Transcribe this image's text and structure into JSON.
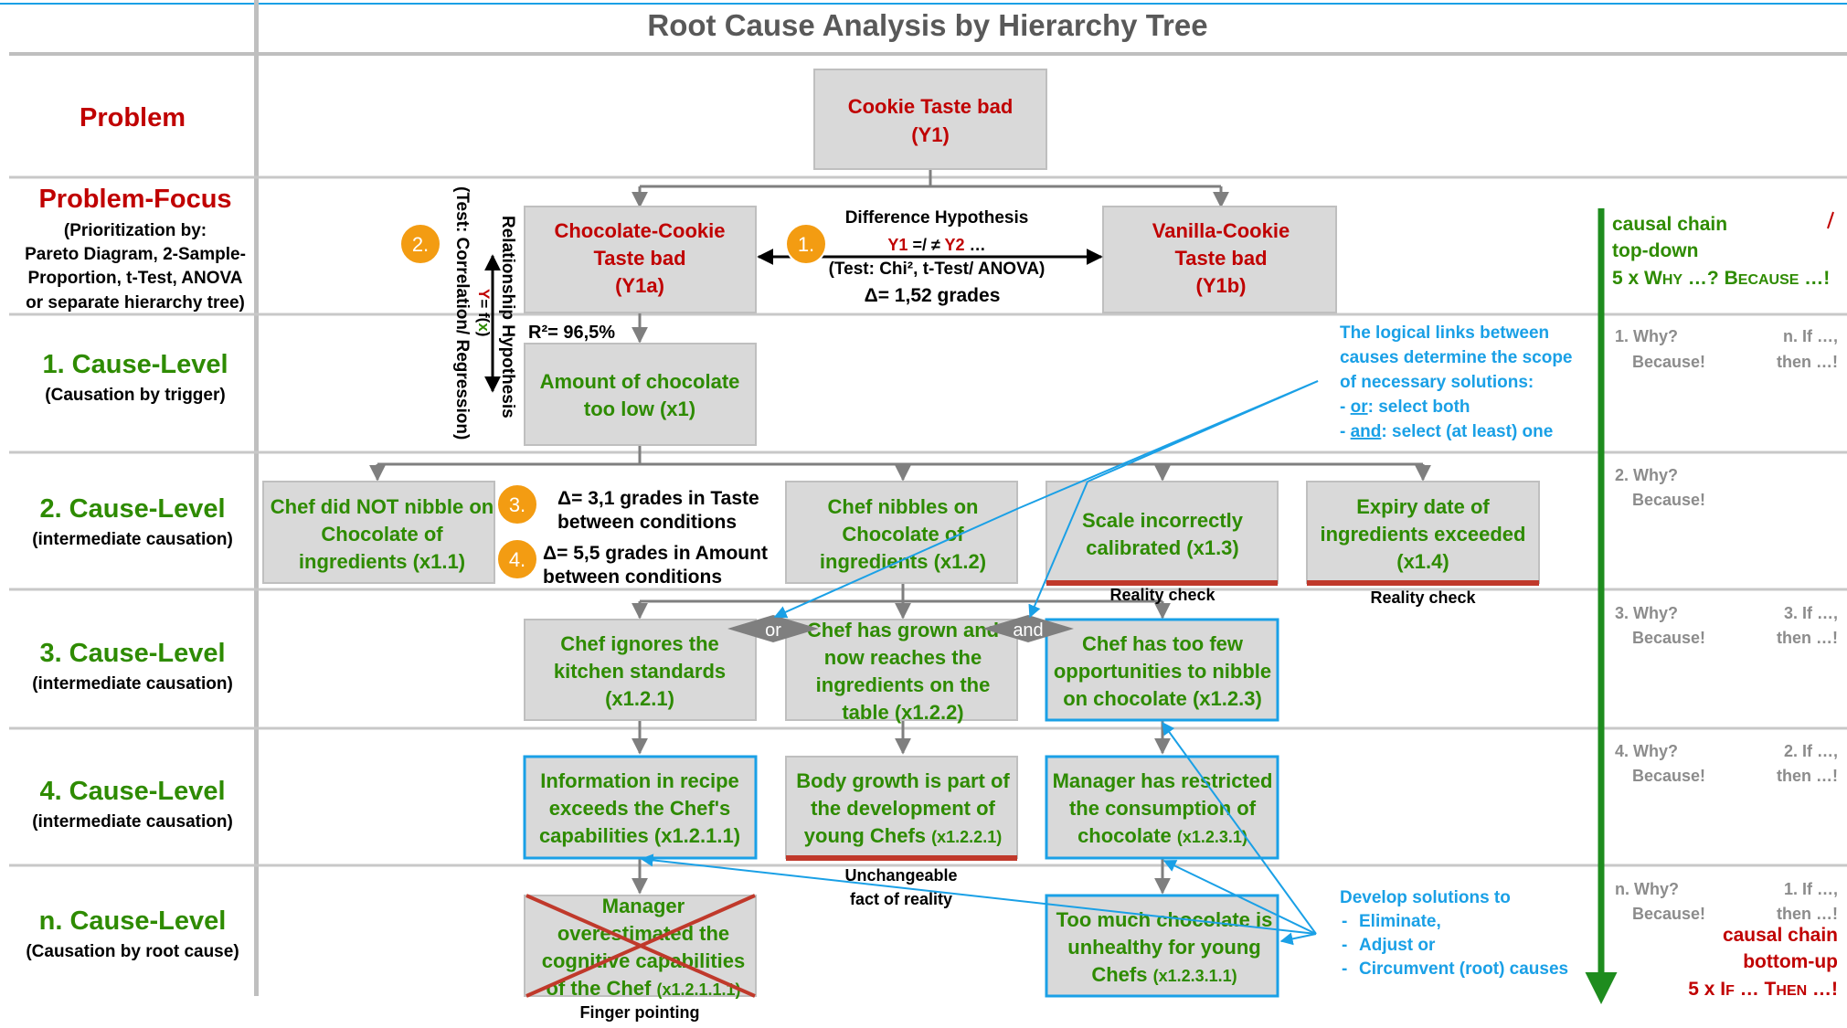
{
  "title": "Root Cause Analysis by Hierarchy Tree",
  "colors": {
    "red": "#c00000",
    "green": "#2e8b00",
    "blue": "#1aa0e6",
    "gray_box": "#d9d9d9",
    "orange": "#f39c12",
    "dark_green": "#1e8c1e"
  },
  "levels": [
    {
      "title": "Problem",
      "subtitle": []
    },
    {
      "title": "Problem-Focus",
      "subtitle": [
        "(Prioritization by:",
        "Pareto Diagram, 2-Sample-",
        "Proportion, t-Test, ANOVA",
        "or separate hierarchy tree)"
      ]
    },
    {
      "title": "1. Cause-Level",
      "subtitle": [
        "(Causation by trigger)"
      ]
    },
    {
      "title": "2. Cause-Level",
      "subtitle": [
        "(intermediate causation)"
      ]
    },
    {
      "title": "3. Cause-Level",
      "subtitle": [
        "(intermediate causation)"
      ]
    },
    {
      "title": "4. Cause-Level",
      "subtitle": [
        "(intermediate causation)"
      ]
    },
    {
      "title": "n. Cause-Level",
      "subtitle": [
        "(Causation by root cause)"
      ]
    }
  ],
  "boxes": {
    "y1": [
      "Cookie Taste bad",
      "(Y1)"
    ],
    "y1a": [
      "Chocolate-Cookie",
      "Taste bad",
      "(Y1a)"
    ],
    "y1b": [
      "Vanilla-Cookie",
      "Taste bad",
      "(Y1b)"
    ],
    "x1": [
      "Amount of chocolate",
      "too low (x1)"
    ],
    "x11": [
      "Chef did NOT nibble on",
      "Chocolate of",
      "ingredients (x1.1)"
    ],
    "x12": [
      "Chef nibbles on",
      "Chocolate of",
      "ingredients (x1.2)"
    ],
    "x13": [
      "Scale incorrectly",
      "calibrated (x1.3)"
    ],
    "x14": [
      "Expiry date of",
      "ingredients exceeded",
      "(x1.4)"
    ],
    "x121": [
      "Chef ignores the",
      "kitchen standards",
      "(x1.2.1)"
    ],
    "x122": [
      "Chef has grown and",
      "now reaches the",
      "ingredients on the",
      "table (x1.2.2)"
    ],
    "x123": [
      "Chef has too few",
      "opportunities to nibble",
      "on chocolate (x1.2.3)"
    ],
    "x1211": [
      "Information in recipe",
      "exceeds the Chef's"
    ],
    "x1211_id": "capabilities (x1.2.1.1)",
    "x1221": [
      "Body growth is part of",
      "the development of"
    ],
    "x1221_last": "young Chefs",
    "x1221_id": "(x1.2.2.1)",
    "x1231": [
      "Manager has restricted",
      "the consumption of"
    ],
    "x1231_last": "chocolate",
    "x1231_id": "(x1.2.3.1)",
    "x12111": [
      "Manager",
      "overestimated the",
      "cognitive capabilities"
    ],
    "x12111_last": "of the Chef",
    "x12111_id": "(x1.2.1.1.1)",
    "x12311": [
      "Too much chocolate is",
      "unhealthy for young"
    ],
    "x12311_last": "Chefs",
    "x12311_id": "(x1.2.3.1.1)"
  },
  "hypothesis": {
    "difference_title": "Difference Hypothesis",
    "y1": "Y1",
    "relation": " =/ ≠ ",
    "y2": "Y2",
    "ellipsis": " …",
    "test": "(Test: Chi², t-Test/ ANOVA)",
    "delta": "Δ= 1,52 grades",
    "relationship_title": "Relationship Hypothesis",
    "relationship_test": "(Test: Correlation/ Regression)",
    "formula_y": "Y",
    "formula_eq": "= f(",
    "formula_x": "x",
    "formula_close": ")",
    "r2": "R²= 96,5%",
    "delta3": [
      "Δ= 3,1 grades in Taste",
      "between conditions"
    ],
    "delta4": [
      "Δ= 5,5 grades in Amount",
      "between conditions"
    ]
  },
  "badges": [
    "1.",
    "2.",
    "3.",
    "4."
  ],
  "operators": {
    "or": "or",
    "and": "and"
  },
  "labels": {
    "reality_check": "Reality check",
    "unchangeable": [
      "Unchangeable",
      "fact of reality"
    ],
    "finger": "Finger pointing"
  },
  "notes": {
    "logical": [
      "The logical links between",
      "causes determine the scope",
      "of necessary solutions:"
    ],
    "bullet_dash": "-",
    "or_word": "or",
    "or_rest": ": select both",
    "and_word": "and",
    "and_rest": ": select (at least) one",
    "develop_title": "Develop solutions to",
    "develop_items": [
      "Eliminate,",
      "Adjust or",
      "Circumvent (root) causes"
    ]
  },
  "right_panel": {
    "top_down": [
      "causal chain",
      "top-down"
    ],
    "five_why_a": "5 x W",
    "five_why_b": "HY",
    "five_why_c": " …? B",
    "five_why_d": "ECAUSE",
    "five_why_e": " …!",
    "rows": [
      {
        "why": "1. Why?",
        "because": "Because!",
        "if": "n. If …,",
        "then": "then …!"
      },
      {
        "why": "2. Why?",
        "because": "Because!",
        "if": "",
        "then": ""
      },
      {
        "why": "3. Why?",
        "because": "Because!",
        "if": "3. If …,",
        "then": "then …!"
      },
      {
        "why": "4. Why?",
        "because": "Because!",
        "if": "2. If …,",
        "then": "then …!"
      },
      {
        "why": "n. Why?",
        "because": "Because!",
        "if": "1. If …,",
        "then": "then …!"
      }
    ],
    "bottom_up": [
      "causal chain",
      "bottom-up"
    ],
    "five_if_a": "5 x I",
    "five_if_b": "F",
    "five_if_c": " … T",
    "five_if_d": "HEN",
    "five_if_e": " …!"
  }
}
